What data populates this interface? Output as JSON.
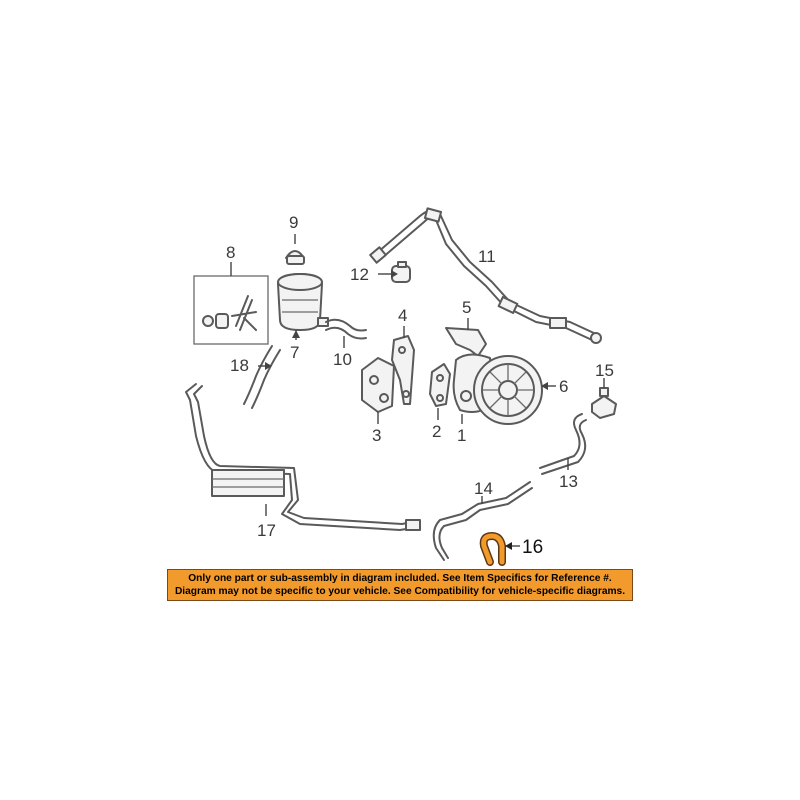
{
  "callouts": {
    "c1": "1",
    "c2": "2",
    "c3": "3",
    "c4": "4",
    "c5": "5",
    "c6": "6",
    "c7": "7",
    "c8": "8",
    "c9": "9",
    "c10": "10",
    "c11": "11",
    "c12": "12",
    "c13": "13",
    "c14": "14",
    "c15": "15",
    "c16": "16",
    "c17": "17",
    "c18": "18"
  },
  "highlighted_part": "16",
  "colors": {
    "highlight": "#f39a2c",
    "banner_background": "#f39a2c",
    "line_art": "#5a5a5a"
  },
  "banner": {
    "line1": "Only one part or sub-assembly in diagram included. See Item Specifics for Reference #.",
    "line2": "Diagram may not be specific to your vehicle. See Compatibility for vehicle-specific diagrams."
  }
}
